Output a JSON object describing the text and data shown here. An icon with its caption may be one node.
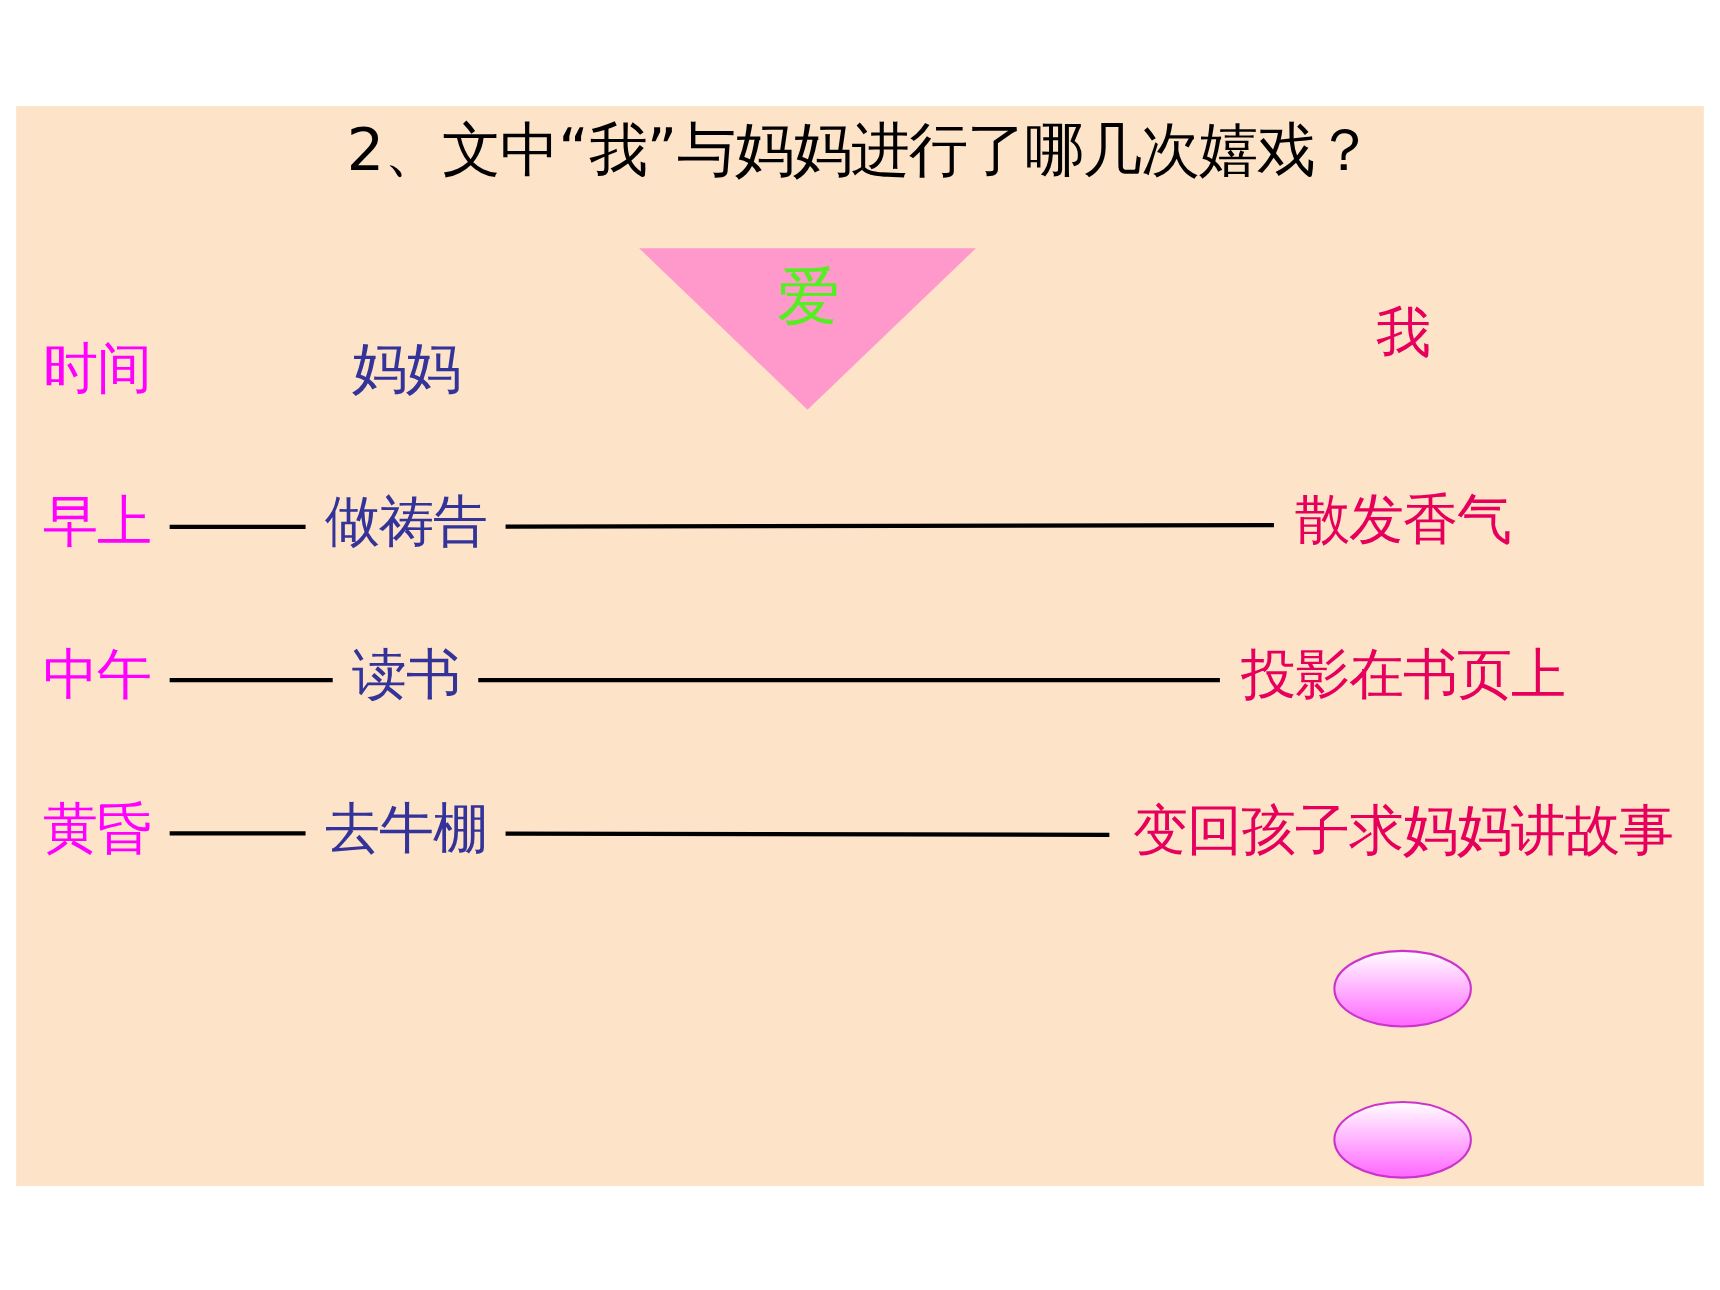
{
  "diagram": {
    "title": "2、文中“我”与妈妈进行了哪几次嬉戏？",
    "nodes": [
      {
        "text": [
          "爱"
        ]
      },
      {
        "text": [
          "早上"
        ]
      },
      {
        "text": [
          "做祷告"
        ]
      },
      {
        "text": [
          "散发香气"
        ]
      },
      {
        "text": [
          "中午"
        ]
      },
      {
        "text": [
          "读书"
        ]
      },
      {
        "text": [
          "投影在书页上"
        ]
      },
      {
        "text": [
          "黄昏"
        ]
      },
      {
        "text": [
          "去牛棚"
        ]
      },
      {
        "text": [
          "变回孩子求妈妈讲故事"
        ]
      },
      {
        "text": [],
        "shape": "ellipse"
      },
      {
        "text": [],
        "shape": "ellipse"
      }
    ],
    "edges": [
      {
        "from": 1,
        "to": 2,
        "arrow": "none"
      },
      {
        "from": 2,
        "to": 3,
        "arrow": "none"
      },
      {
        "from": 4,
        "to": 5,
        "arrow": "none"
      },
      {
        "from": 5,
        "to": 6,
        "arrow": "none"
      },
      {
        "from": 7,
        "to": 8,
        "arrow": "none"
      },
      {
        "from": 8,
        "to": 9,
        "arrow": "none"
      }
    ],
    "labels": [
      "时间",
      "妈妈",
      "我"
    ]
  }
}
